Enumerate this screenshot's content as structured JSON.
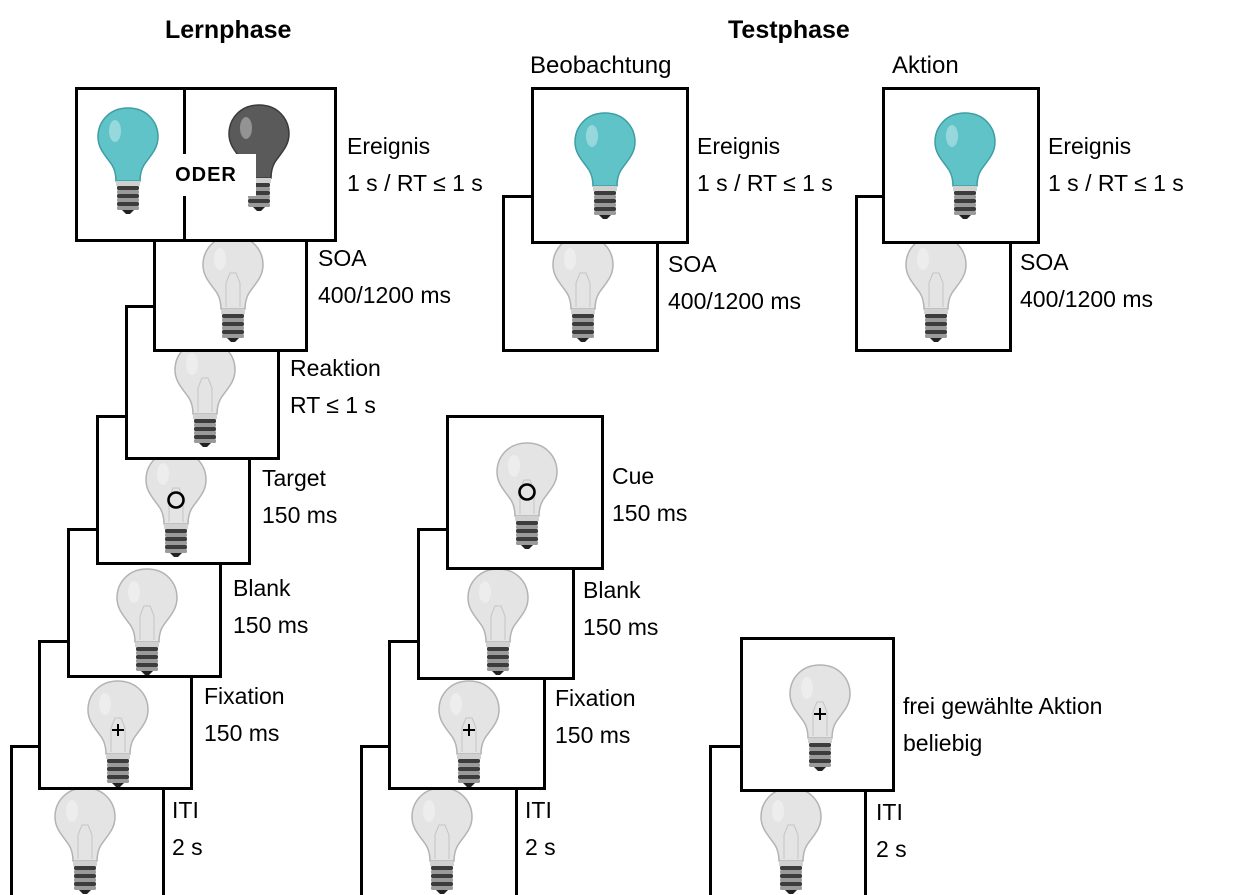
{
  "headings": {
    "lernphase": "Lernphase",
    "testphase": "Testphase",
    "beobachtung": "Beobachtung",
    "aktion": "Aktion"
  },
  "oder": "ODER",
  "colors": {
    "lit": "#5fc3c8",
    "dark": "#5a5a5a",
    "off": "#e4e4e4",
    "frame": "#000000"
  },
  "learn": {
    "ereignis": {
      "name": "Ereignis",
      "time": "1 s / RT ≤ 1 s"
    },
    "soa": {
      "name": "SOA",
      "time": "400/1200 ms"
    },
    "reaktion": {
      "name": "Reaktion",
      "time": "RT ≤ 1 s"
    },
    "target": {
      "name": "Target",
      "time": "150 ms"
    },
    "blank": {
      "name": "Blank",
      "time": "150 ms"
    },
    "fixation": {
      "name": "Fixation",
      "time": "150 ms"
    },
    "iti": {
      "name": "ITI",
      "time": "2 s"
    }
  },
  "observe": {
    "ereignis": {
      "name": "Ereignis",
      "time": "1 s / RT ≤ 1 s"
    },
    "soa": {
      "name": "SOA",
      "time": "400/1200 ms"
    },
    "cue": {
      "name": "Cue",
      "time": "150 ms"
    },
    "blank": {
      "name": "Blank",
      "time": "150 ms"
    },
    "fixation": {
      "name": "Fixation",
      "time": "150 ms"
    },
    "iti": {
      "name": "ITI",
      "time": "2 s"
    }
  },
  "action": {
    "ereignis": {
      "name": "Ereignis",
      "time": "1 s / RT ≤ 1 s"
    },
    "soa": {
      "name": "SOA",
      "time": "400/1200 ms"
    },
    "free": {
      "name": "frei gewählte Aktion",
      "time": "beliebig"
    },
    "iti": {
      "name": "ITI",
      "time": "2 s"
    }
  }
}
